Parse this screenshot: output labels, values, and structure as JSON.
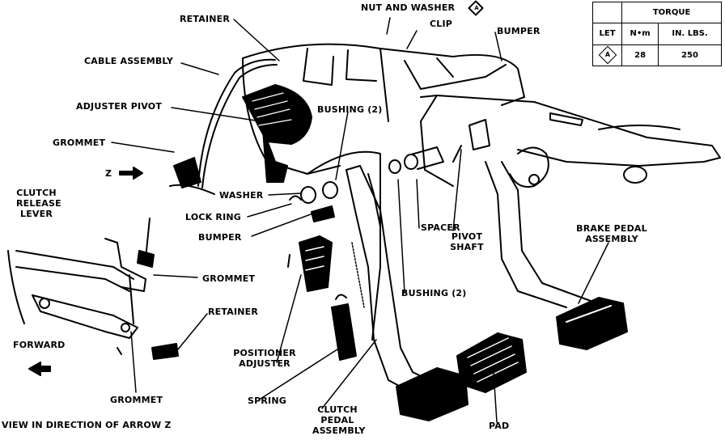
{
  "labels": {
    "retainer_top": "RETAINER",
    "nut_and_washer": "NUT AND WASHER",
    "clip": "CLIP",
    "bumper_top": "BUMPER",
    "cable_assembly": "CABLE ASSEMBLY",
    "adjuster_pivot": "ADJUSTER PIVOT",
    "bushing_upper": "BUSHING (2)",
    "grommet_upper": "GROMMET",
    "z_marker": "Z",
    "washer": "WASHER",
    "clutch_release_lever_1": "CLUTCH",
    "clutch_release_lever_2": "RELEASE",
    "clutch_release_lever_3": "LEVER",
    "lock_ring": "LOCK RING",
    "bumper_mid": "BUMPER",
    "spacer": "SPACER",
    "pivot_shaft_1": "PIVOT",
    "pivot_shaft_2": "SHAFT",
    "brake_pedal_1": "BRAKE PEDAL",
    "brake_pedal_2": "ASSEMBLY",
    "grommet_mid": "GROMMET",
    "bushing_lower": "BUSHING (2)",
    "retainer_lower": "RETAINER",
    "forward": "FORWARD",
    "positioner_1": "POSITIONER",
    "positioner_2": "ADJUSTER",
    "grommet_lower": "GROMMET",
    "spring": "SPRING",
    "clutch_pedal_1": "CLUTCH",
    "clutch_pedal_2": "PEDAL",
    "clutch_pedal_3": "ASSEMBLY",
    "pad": "PAD",
    "view_caption": "VIEW IN DIRECTION OF ARROW Z"
  },
  "torque_table": {
    "title": "TORQUE",
    "col_let": "LET",
    "col_nm": "N•m",
    "col_inlbs": "IN. LBS.",
    "row_letter": "A",
    "row_nm": "28",
    "row_inlbs": "250"
  },
  "callout_letter": "A"
}
